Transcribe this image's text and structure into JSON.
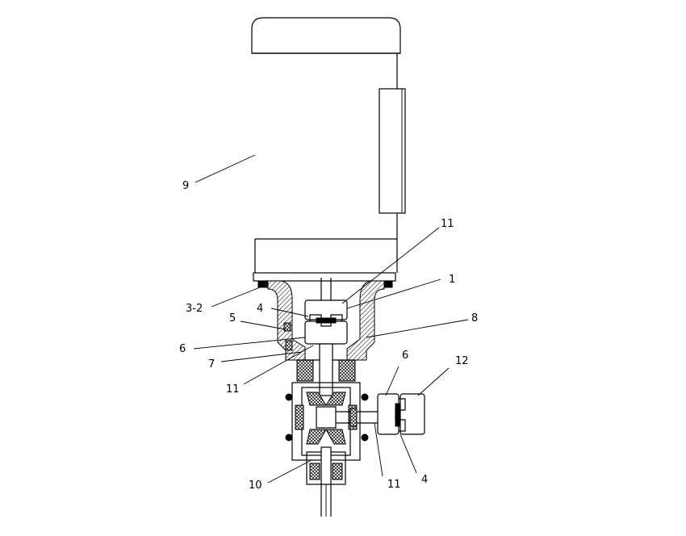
{
  "callouts": {
    "motor": "9",
    "coupling_top": "1",
    "bolt_top": "3-2",
    "insert_top": "4",
    "screw": "5",
    "shaft_sleeve_left": "6",
    "seal": "7",
    "housing": "8",
    "key_upper_right": "11",
    "key_lower_left": "11",
    "bevel_sleeve_right": "6",
    "coupling_side": "12",
    "output_key": "11",
    "insert_side": "4",
    "output_shaft": "10"
  }
}
